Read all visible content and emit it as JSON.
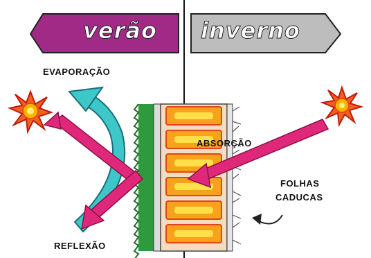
{
  "banners": {
    "summer": {
      "text": "verão",
      "color": "#a12a86"
    },
    "winter": {
      "text": "inverno",
      "color": "#bdbdbd"
    }
  },
  "labels": {
    "evaporation": "EVAPORAÇÃO",
    "absorption": "ABSORÇÃO",
    "reflection": "REFLEXÃO",
    "deciduous_leaves": [
      "FOLHAS",
      "CADUCAS"
    ]
  },
  "colors": {
    "sun_rays": "#e8281a",
    "sun_core": "#ffb300",
    "magenta_arrow": "#e0287a",
    "cyan_arrow": "#3ec7c9",
    "green_vegetation": "#2e9a3c",
    "brick_fill": "#f7a21b",
    "brick_glow": "#ffe04a",
    "brick_outline": "#e2441e"
  }
}
